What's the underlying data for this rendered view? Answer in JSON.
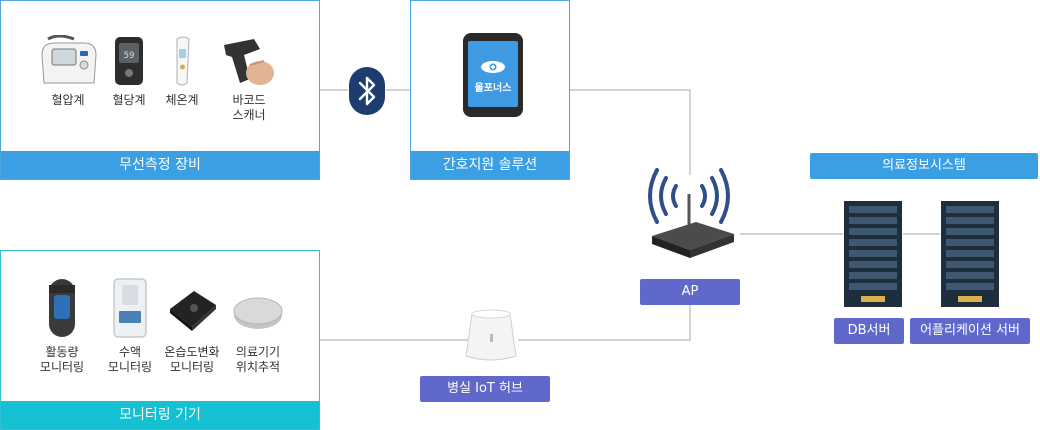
{
  "wireless": {
    "title": "무선측정 장비",
    "devices": [
      {
        "label": "혈압계",
        "icon": "blood-pressure-monitor-icon"
      },
      {
        "label": "혈당계",
        "icon": "glucose-meter-icon"
      },
      {
        "label": "체온계",
        "icon": "thermometer-icon"
      },
      {
        "label": "바코드\n스캐너",
        "icon": "barcode-scanner-icon"
      }
    ]
  },
  "nursing": {
    "title": "간호지원 솔루션",
    "app_name": "울포너스"
  },
  "monitoring": {
    "title": "모니터링 기기",
    "devices": [
      {
        "label": "활동량\n모니터링",
        "icon": "activity-band-icon"
      },
      {
        "label": "수액\n모니터링",
        "icon": "iv-monitor-icon"
      },
      {
        "label": "온습도변화\n모니터링",
        "icon": "humidity-sensor-icon"
      },
      {
        "label": "의료기기\n위치추적",
        "icon": "location-tag-icon"
      }
    ]
  },
  "ap": {
    "label": "AP"
  },
  "hub": {
    "label": "병실 IoT 허브"
  },
  "his": {
    "title": "의료정보시스템",
    "db_label": "DB서버",
    "app_label": "어플리케이션 서버"
  },
  "colors": {
    "box_border_blue": "#4fa7e0",
    "box_border_cyan": "#36c1d3",
    "bar_blue": "#3b9fe3",
    "bar_cyan": "#15c0d3",
    "tag_purple": "#6168cc",
    "bluetooth": "#1d3d6e",
    "connector": "#b8b8b8"
  }
}
